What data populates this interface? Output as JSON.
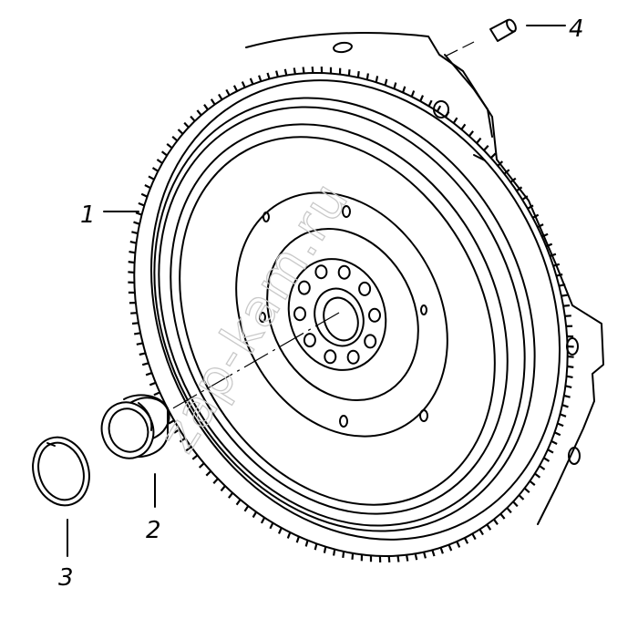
{
  "callouts": [
    {
      "id": "1",
      "label": "1"
    },
    {
      "id": "2",
      "label": "2"
    },
    {
      "id": "3",
      "label": "3"
    },
    {
      "id": "4",
      "label": "4"
    }
  ],
  "watermark": "zap-kam.ru",
  "colors": {
    "ink": "#000000",
    "paper": "#ffffff",
    "watermark": "#c9c9c9"
  }
}
